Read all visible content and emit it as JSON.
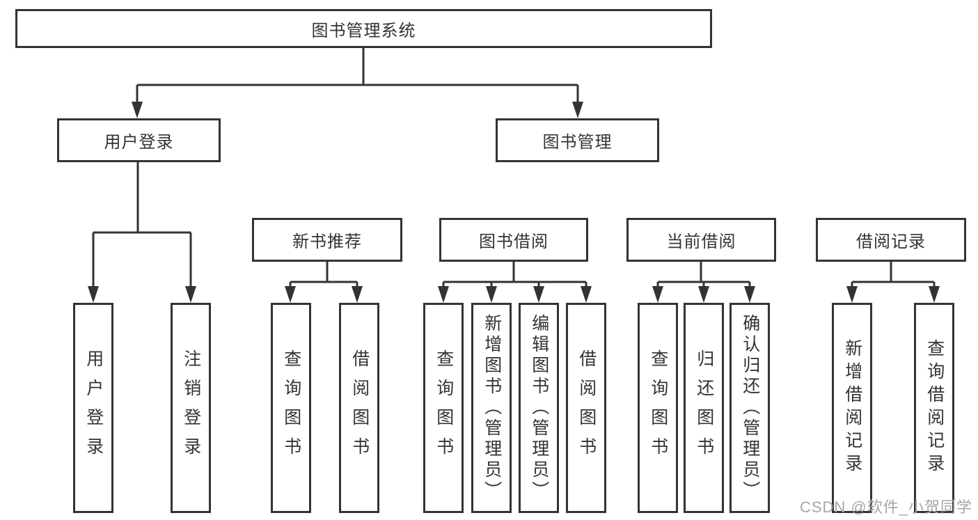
{
  "diagram": {
    "root": {
      "label": "图书管理系统"
    },
    "level2": [
      {
        "label": "用户登录"
      },
      {
        "label": "图书管理"
      }
    ],
    "level3": [
      {
        "label": "新书推荐"
      },
      {
        "label": "图书借阅"
      },
      {
        "label": "当前借阅"
      },
      {
        "label": "借阅记录"
      }
    ],
    "leaves": {
      "user_login": [
        "用户登录",
        "注销登录"
      ],
      "new_book": [
        "查询图书",
        "借阅图书"
      ],
      "borrow": [
        "查询图书",
        "新增图书（管理员）",
        "编辑图书（管理员）",
        "借阅图书"
      ],
      "current": [
        "查询图书",
        "归还图书",
        "确认归还（管理员）"
      ],
      "records": [
        "新增借阅记录",
        "查询借阅记录"
      ]
    }
  },
  "watermark": {
    "text": "CSDN @软件_小贺同学"
  },
  "colors": {
    "line": "#333333",
    "text": "#333333",
    "watermark": "#a6a6a6",
    "background": "#ffffff"
  }
}
